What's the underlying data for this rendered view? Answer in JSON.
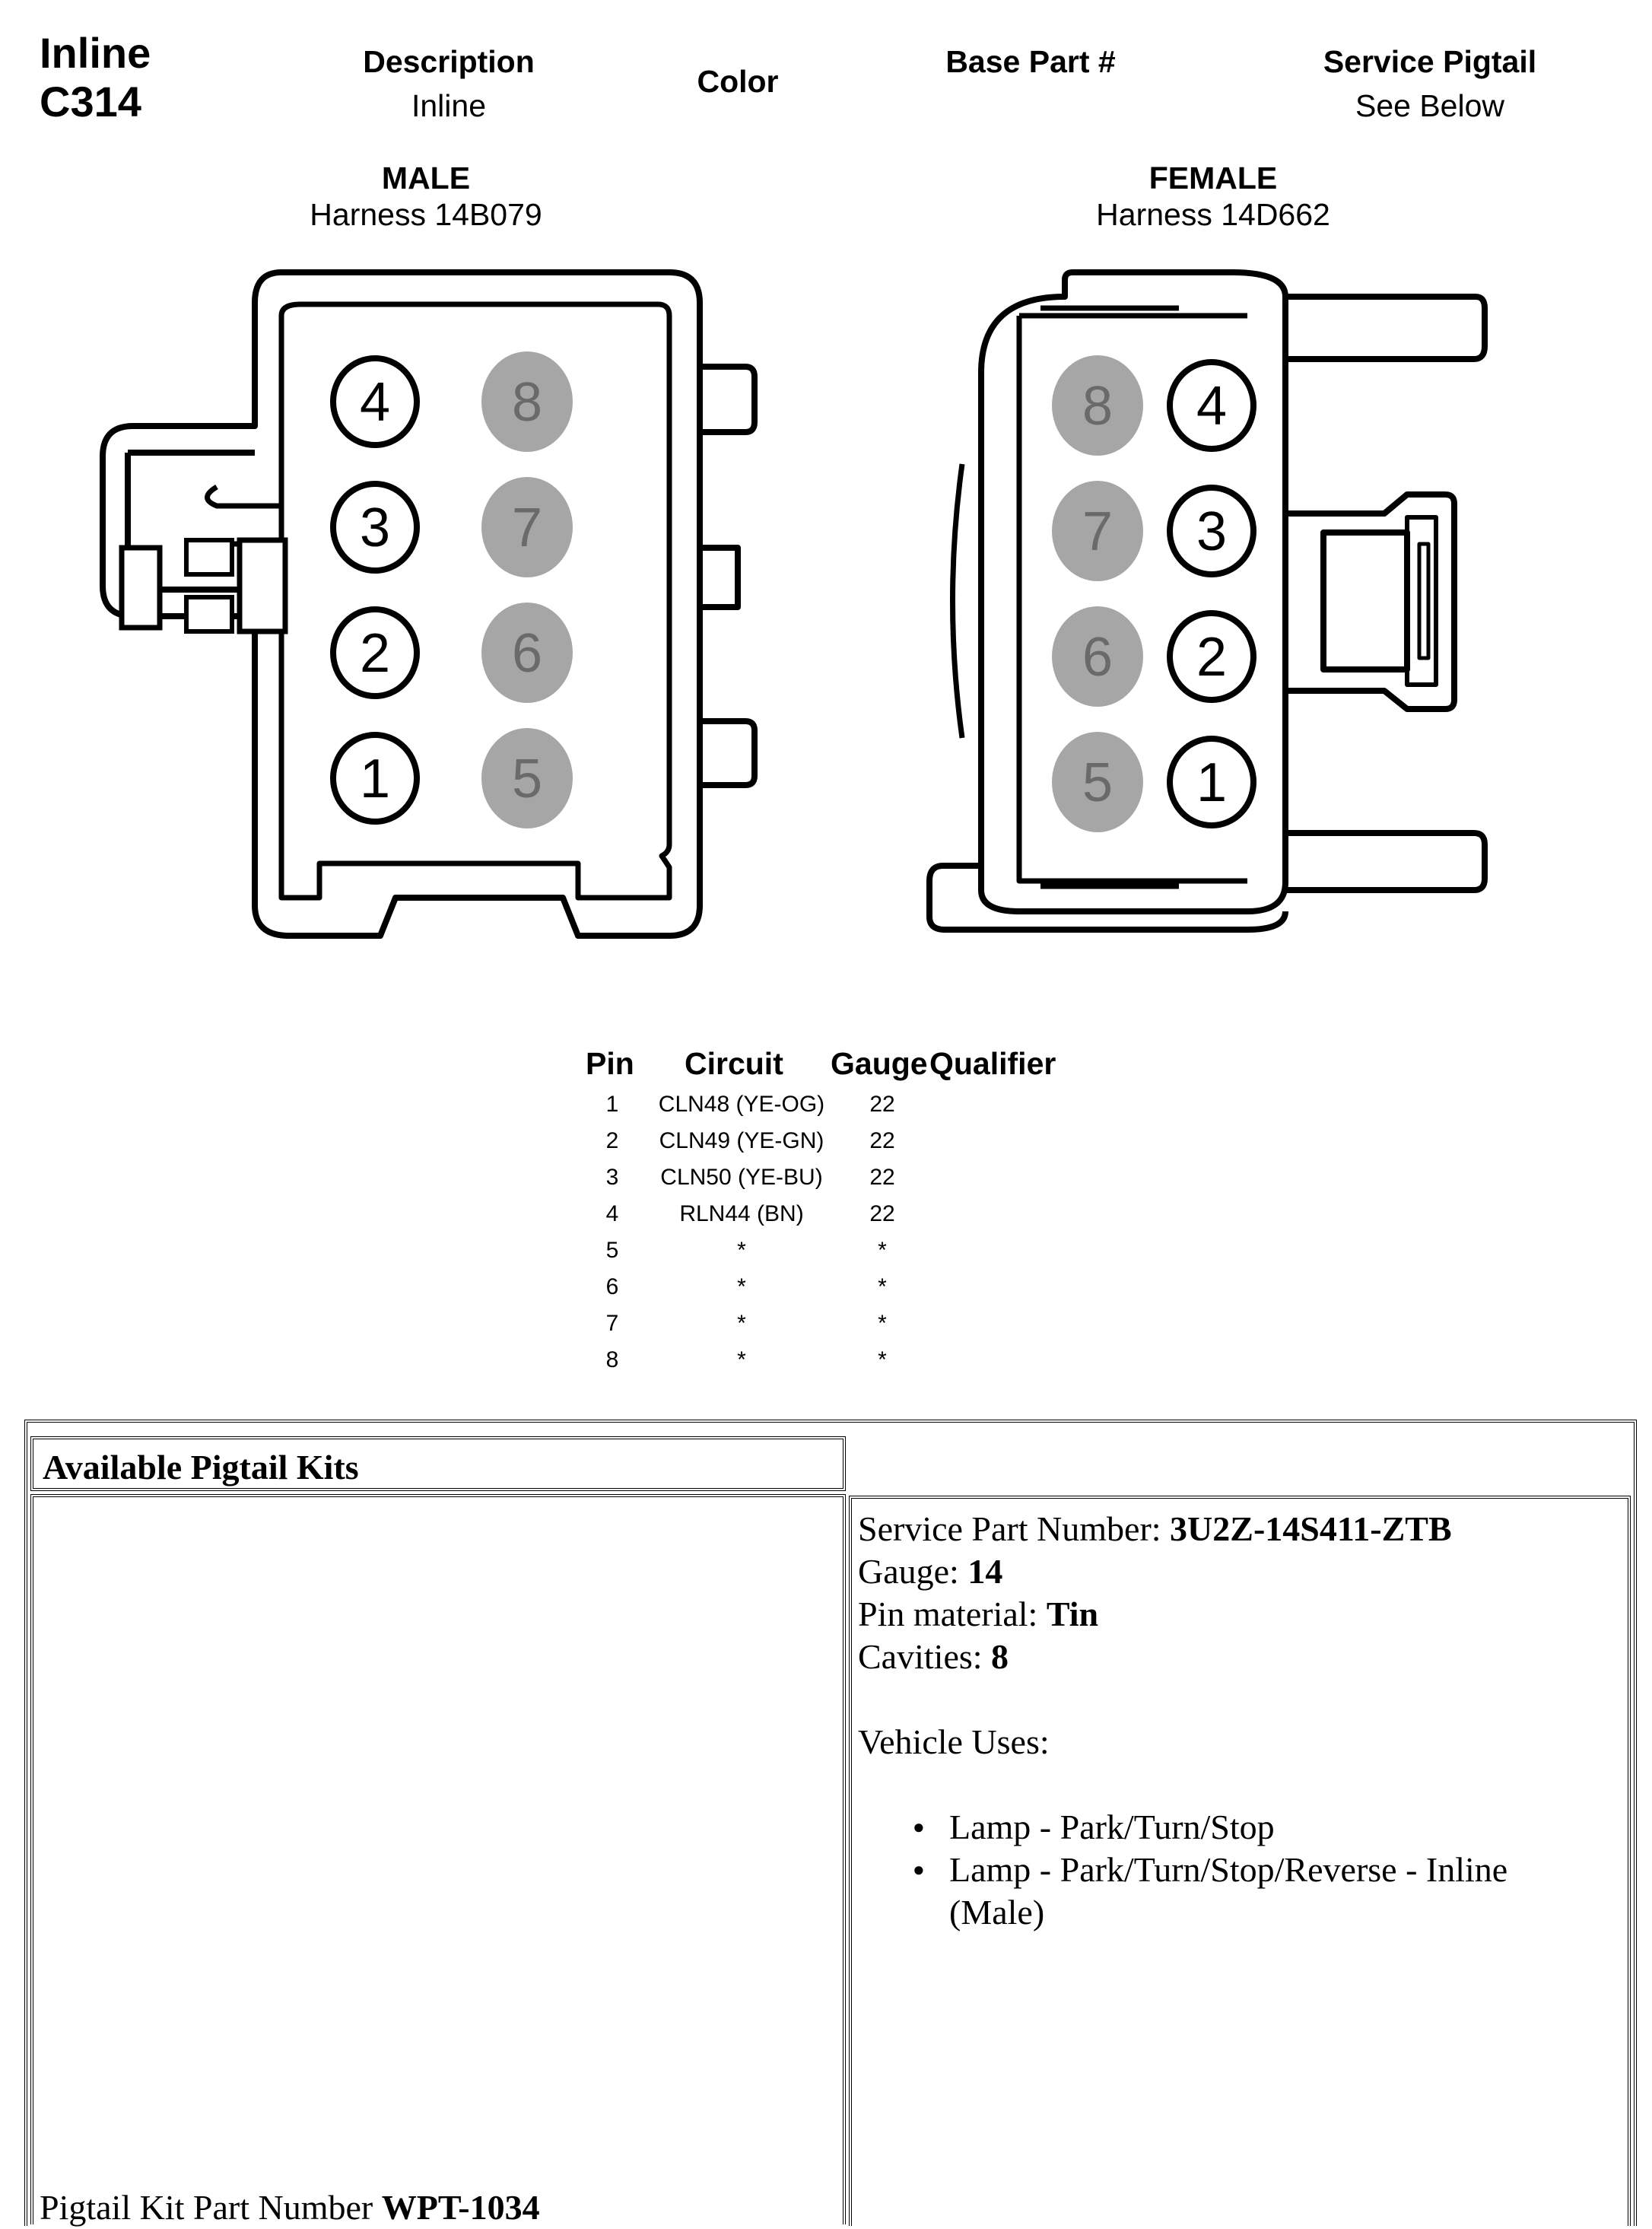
{
  "header": {
    "connector_type": "Inline",
    "connector_id": "C314",
    "description_label": "Description",
    "description_value": "Inline",
    "color_label": "Color",
    "base_part_label": "Base Part #",
    "service_pigtail_label": "Service Pigtail",
    "service_pigtail_value": "See Below"
  },
  "male": {
    "title": "MALE",
    "harness": "Harness  14B079",
    "pins_left": [
      "4",
      "3",
      "2",
      "1"
    ],
    "pins_right": [
      "8",
      "7",
      "6",
      "5"
    ]
  },
  "female": {
    "title": "FEMALE",
    "harness": "Harness  14D662",
    "pins_left": [
      "8",
      "7",
      "6",
      "5"
    ],
    "pins_right": [
      "4",
      "3",
      "2",
      "1"
    ]
  },
  "pin_table": {
    "headers": [
      "Pin",
      "Circuit",
      "Gauge",
      "Qualifier"
    ],
    "rows": [
      {
        "pin": "1",
        "circuit": "CLN48 (YE-OG)",
        "gauge": "22"
      },
      {
        "pin": "2",
        "circuit": "CLN49 (YE-GN)",
        "gauge": "22"
      },
      {
        "pin": "3",
        "circuit": "CLN50 (YE-BU)",
        "gauge": "22"
      },
      {
        "pin": "4",
        "circuit": "RLN44 (BN)",
        "gauge": "22"
      },
      {
        "pin": "5",
        "circuit": "*",
        "gauge": "*"
      },
      {
        "pin": "6",
        "circuit": "*",
        "gauge": "*"
      },
      {
        "pin": "7",
        "circuit": "*",
        "gauge": "*"
      },
      {
        "pin": "8",
        "circuit": "*",
        "gauge": "*"
      }
    ]
  },
  "kits": {
    "heading": "Available Pigtail Kits",
    "service_part_label": "Service Part Number: ",
    "service_part_value": "3U2Z-14S411-ZTB",
    "gauge_label": "Gauge: ",
    "gauge_value": "14",
    "pin_material_label": "Pin material: ",
    "pin_material_value": "Tin",
    "cavities_label": "Cavities: ",
    "cavities_value": "8",
    "vehicle_uses_label": "Vehicle Uses:",
    "vehicle_uses": [
      "Lamp - Park/Turn/Stop",
      "Lamp - Park/Turn/Stop/Reverse - Inline (Male)"
    ],
    "kit_part_label": "Pigtail Kit Part Number ",
    "kit_part_value": "WPT-1034"
  }
}
